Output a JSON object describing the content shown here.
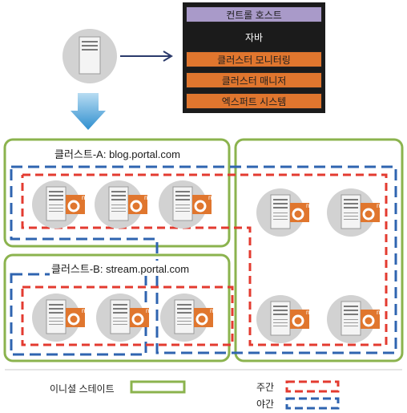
{
  "control_host": {
    "title": "컨트롤 호스트",
    "layers": [
      "자바",
      "클러스터 모니터링",
      "클러스터 매니저",
      "엑스퍼트 시스템"
    ]
  },
  "clusters": {
    "a_title": "클러스트-A: blog.portal.com",
    "b_title": "클러스트-B: stream.portal.com"
  },
  "legend": {
    "initial_state": "이니셜 스테이트",
    "day": "주간",
    "night": "야간"
  },
  "colors": {
    "initial_state": "#8bb34e",
    "day": "#e33b30",
    "night": "#2f64b0",
    "app_badge": "#e0762e",
    "stack_header": "#a99ac9"
  },
  "server_badge_letter": "n"
}
